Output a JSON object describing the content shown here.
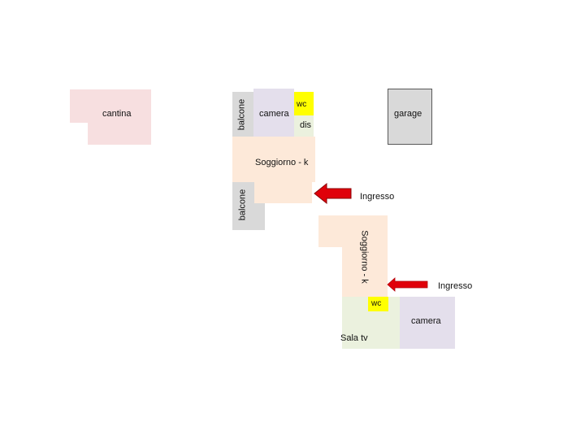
{
  "colors": {
    "cantina": "#f7dfe0",
    "balcone": "#d9d9d9",
    "camera": "#e4dfec",
    "wc": "#ffff00",
    "dis": "#ebf1de",
    "soggiorno": "#fde9d9",
    "garage": "#d9d9d9",
    "sala_tv": "#ebf1de",
    "arrow": "#e0000a"
  },
  "rooms": {
    "cantina": "cantina",
    "balcone_top": "balcone",
    "camera_top": "camera",
    "wc_top": "wc",
    "dis": "dis",
    "garage": "garage",
    "soggiorno_top": "Soggiorno - k",
    "balcone_bottom": "balcone",
    "soggiorno_bottom": "Soggiorno - k",
    "wc_bottom": "wc",
    "sala_tv": "Sala tv",
    "camera_bottom": "camera"
  },
  "entrances": {
    "top": "Ingresso",
    "bottom": "Ingresso"
  },
  "icons": {
    "entrance_arrow": "left-arrow-icon"
  }
}
